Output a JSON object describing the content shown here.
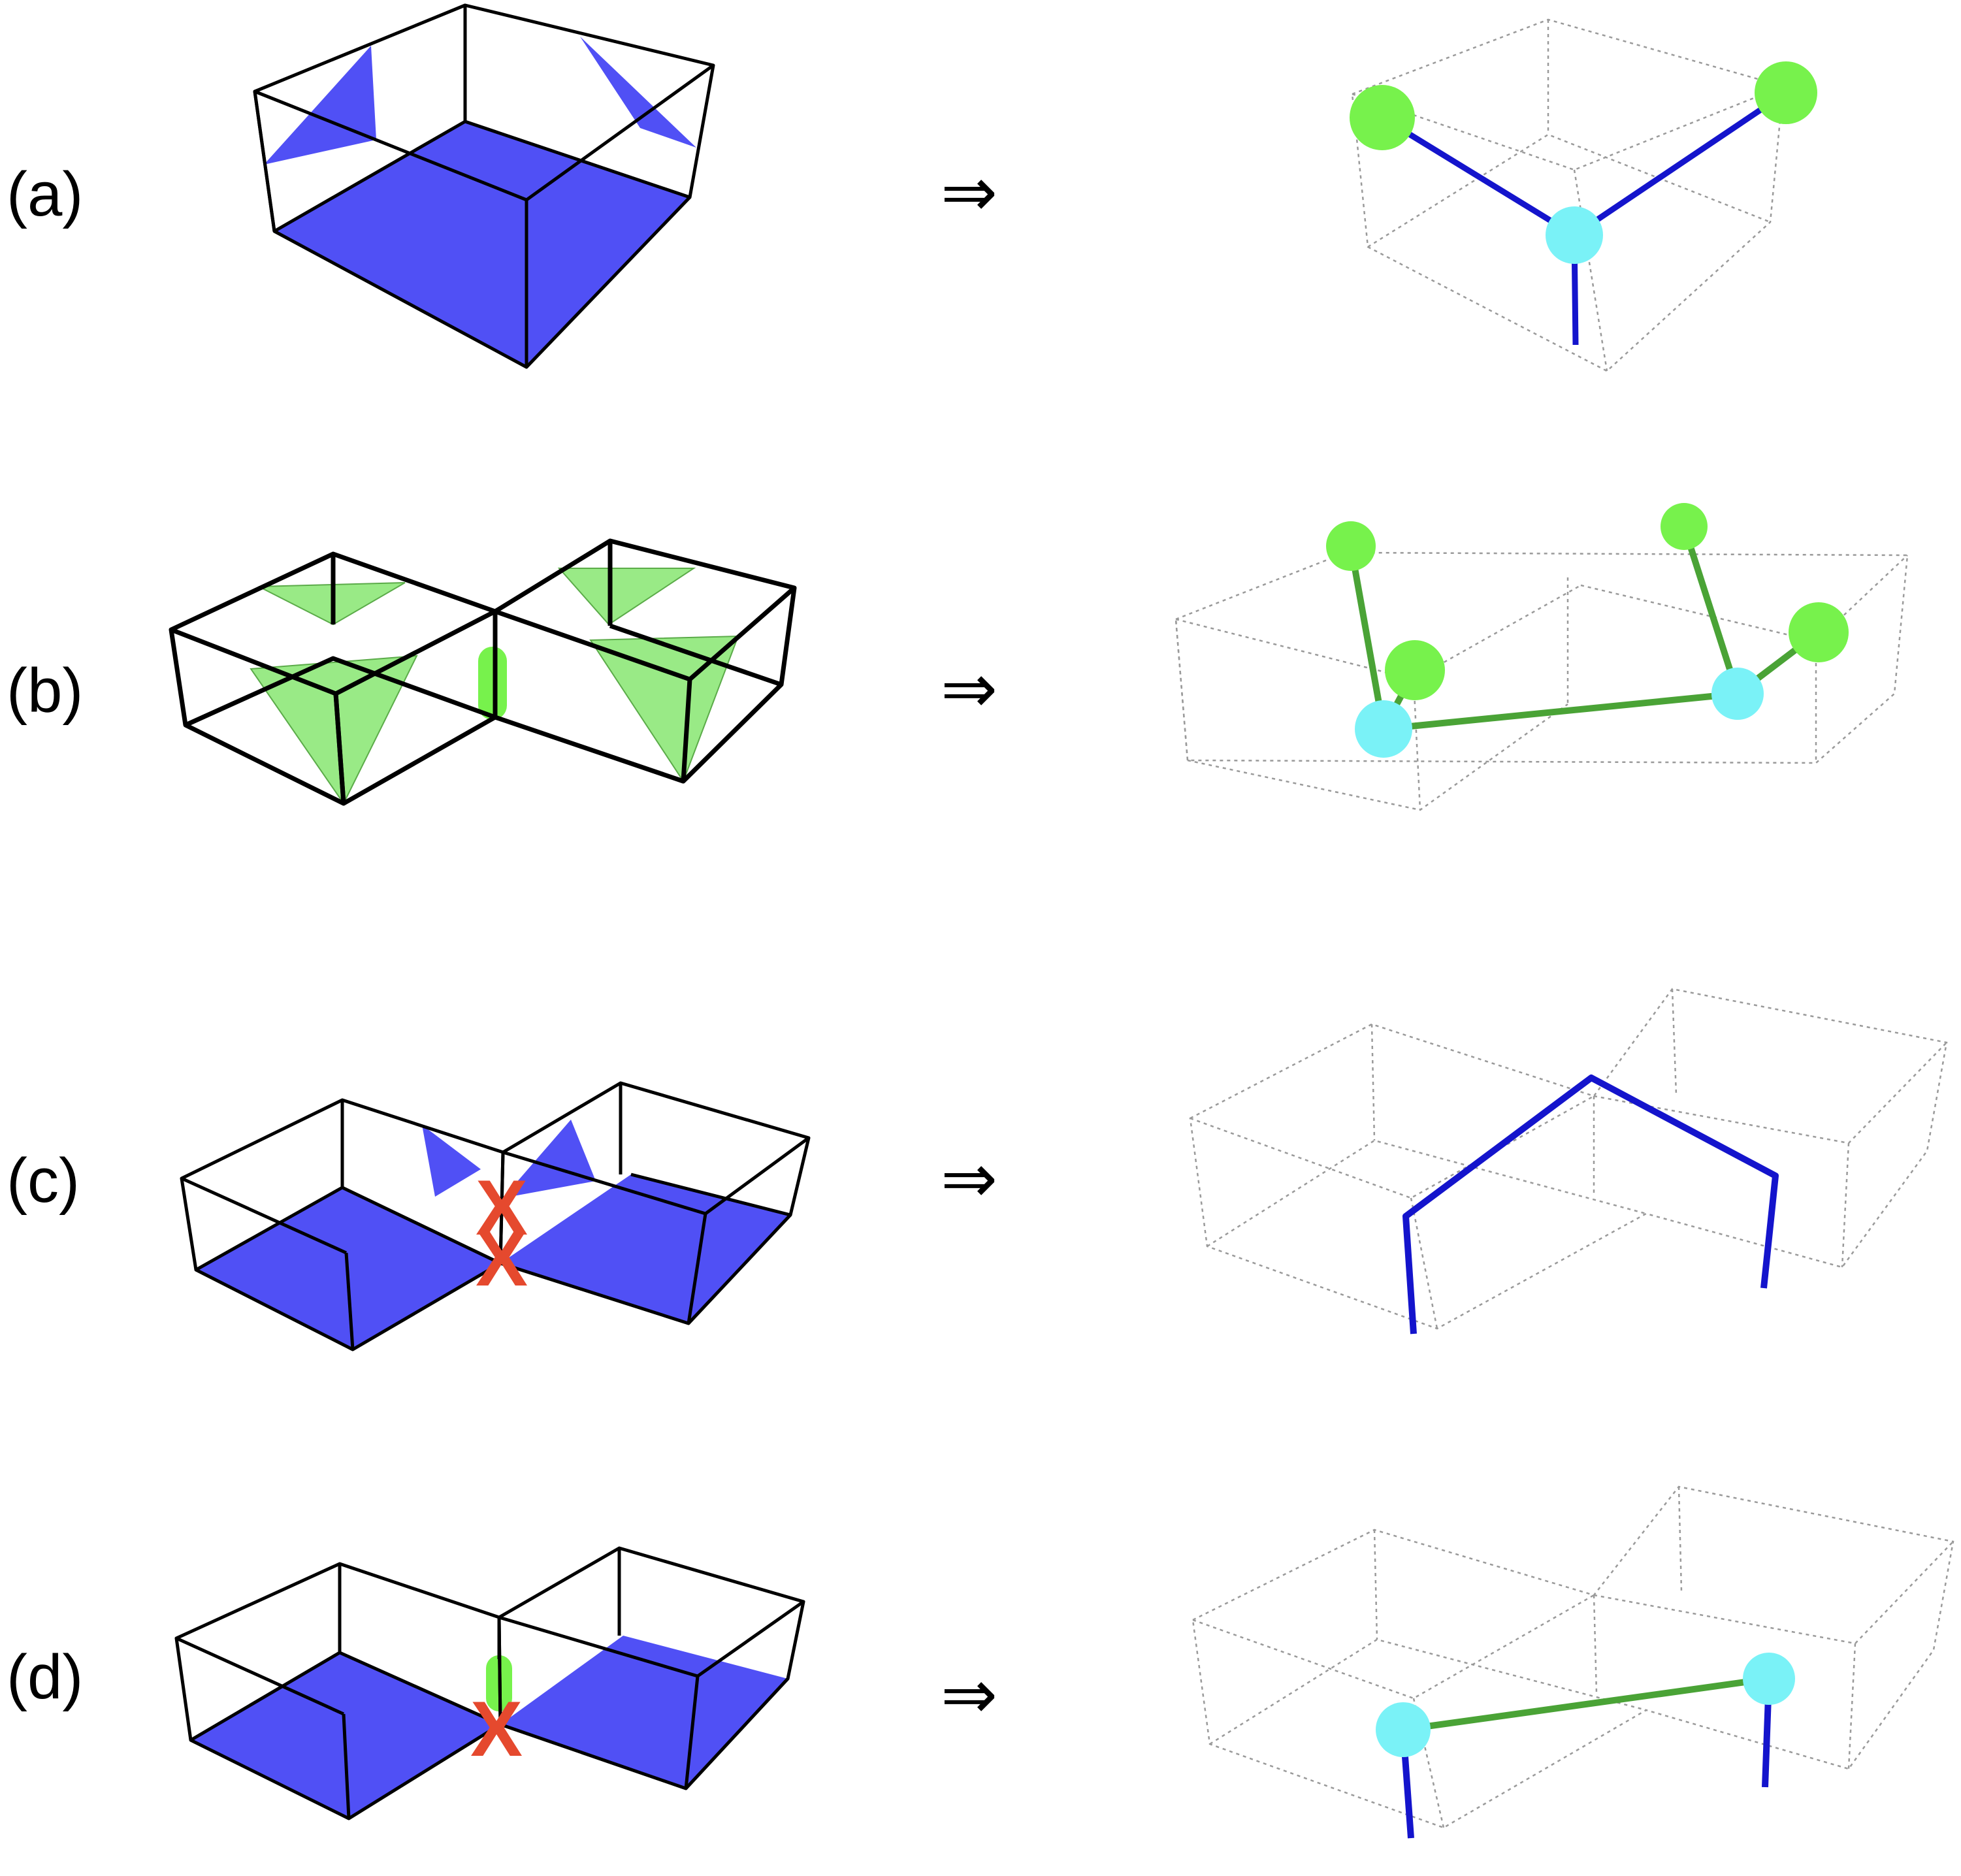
{
  "rows": [
    {
      "label": "(a)",
      "arrow": "⇒"
    },
    {
      "label": "(b)",
      "arrow": "⇒"
    },
    {
      "label": "(c)",
      "arrow": "⇒"
    },
    {
      "label": "(d)",
      "arrow": "⇒"
    }
  ],
  "marks": {
    "x": "X"
  },
  "colors": {
    "blue_face": "#5050f5",
    "green_face": "#8ee87a",
    "green_node": "#77f24c",
    "cyan_node": "#7af2f7",
    "blue_bond": "#1414cc",
    "green_bond": "#4aa336",
    "red_mark": "#e5492e",
    "edge": "#000000",
    "dotted_edge": "#9a9a9a"
  }
}
